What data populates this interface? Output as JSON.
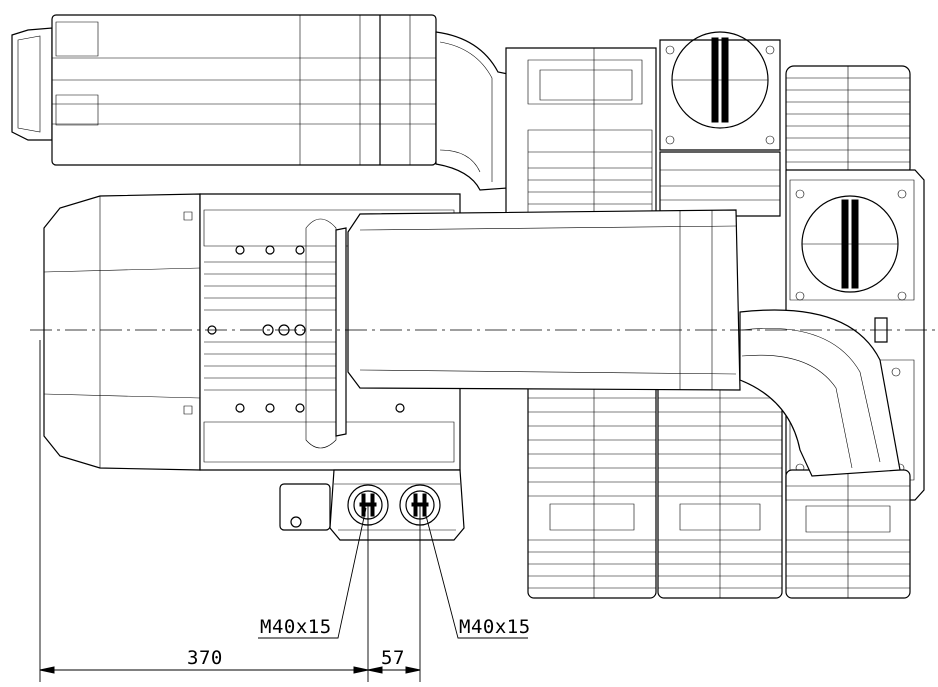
{
  "callouts": {
    "cable_gland_left": "M40x15",
    "cable_gland_right": "M40x15"
  },
  "dimensions": {
    "to_first_gland": "370",
    "gland_spacing": "57"
  }
}
